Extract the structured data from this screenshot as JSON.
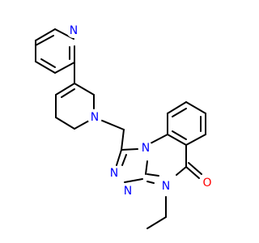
{
  "molecule": {
    "atoms": {
      "n_pyridine": {
        "label": "N",
        "color": "#0000ff"
      },
      "n_piperidine": {
        "label": "N",
        "color": "#0000ff"
      },
      "n_triazole_top": {
        "label": "N",
        "color": "#0000ff"
      },
      "n_triazole_left": {
        "label": "N",
        "color": "#0000ff"
      },
      "n_triazole_right": {
        "label": "N",
        "color": "#0000ff"
      },
      "n_quinazolinone": {
        "label": "N",
        "color": "#0000ff"
      },
      "o_carbonyl": {
        "label": "O",
        "color": "#ff0000"
      }
    }
  }
}
